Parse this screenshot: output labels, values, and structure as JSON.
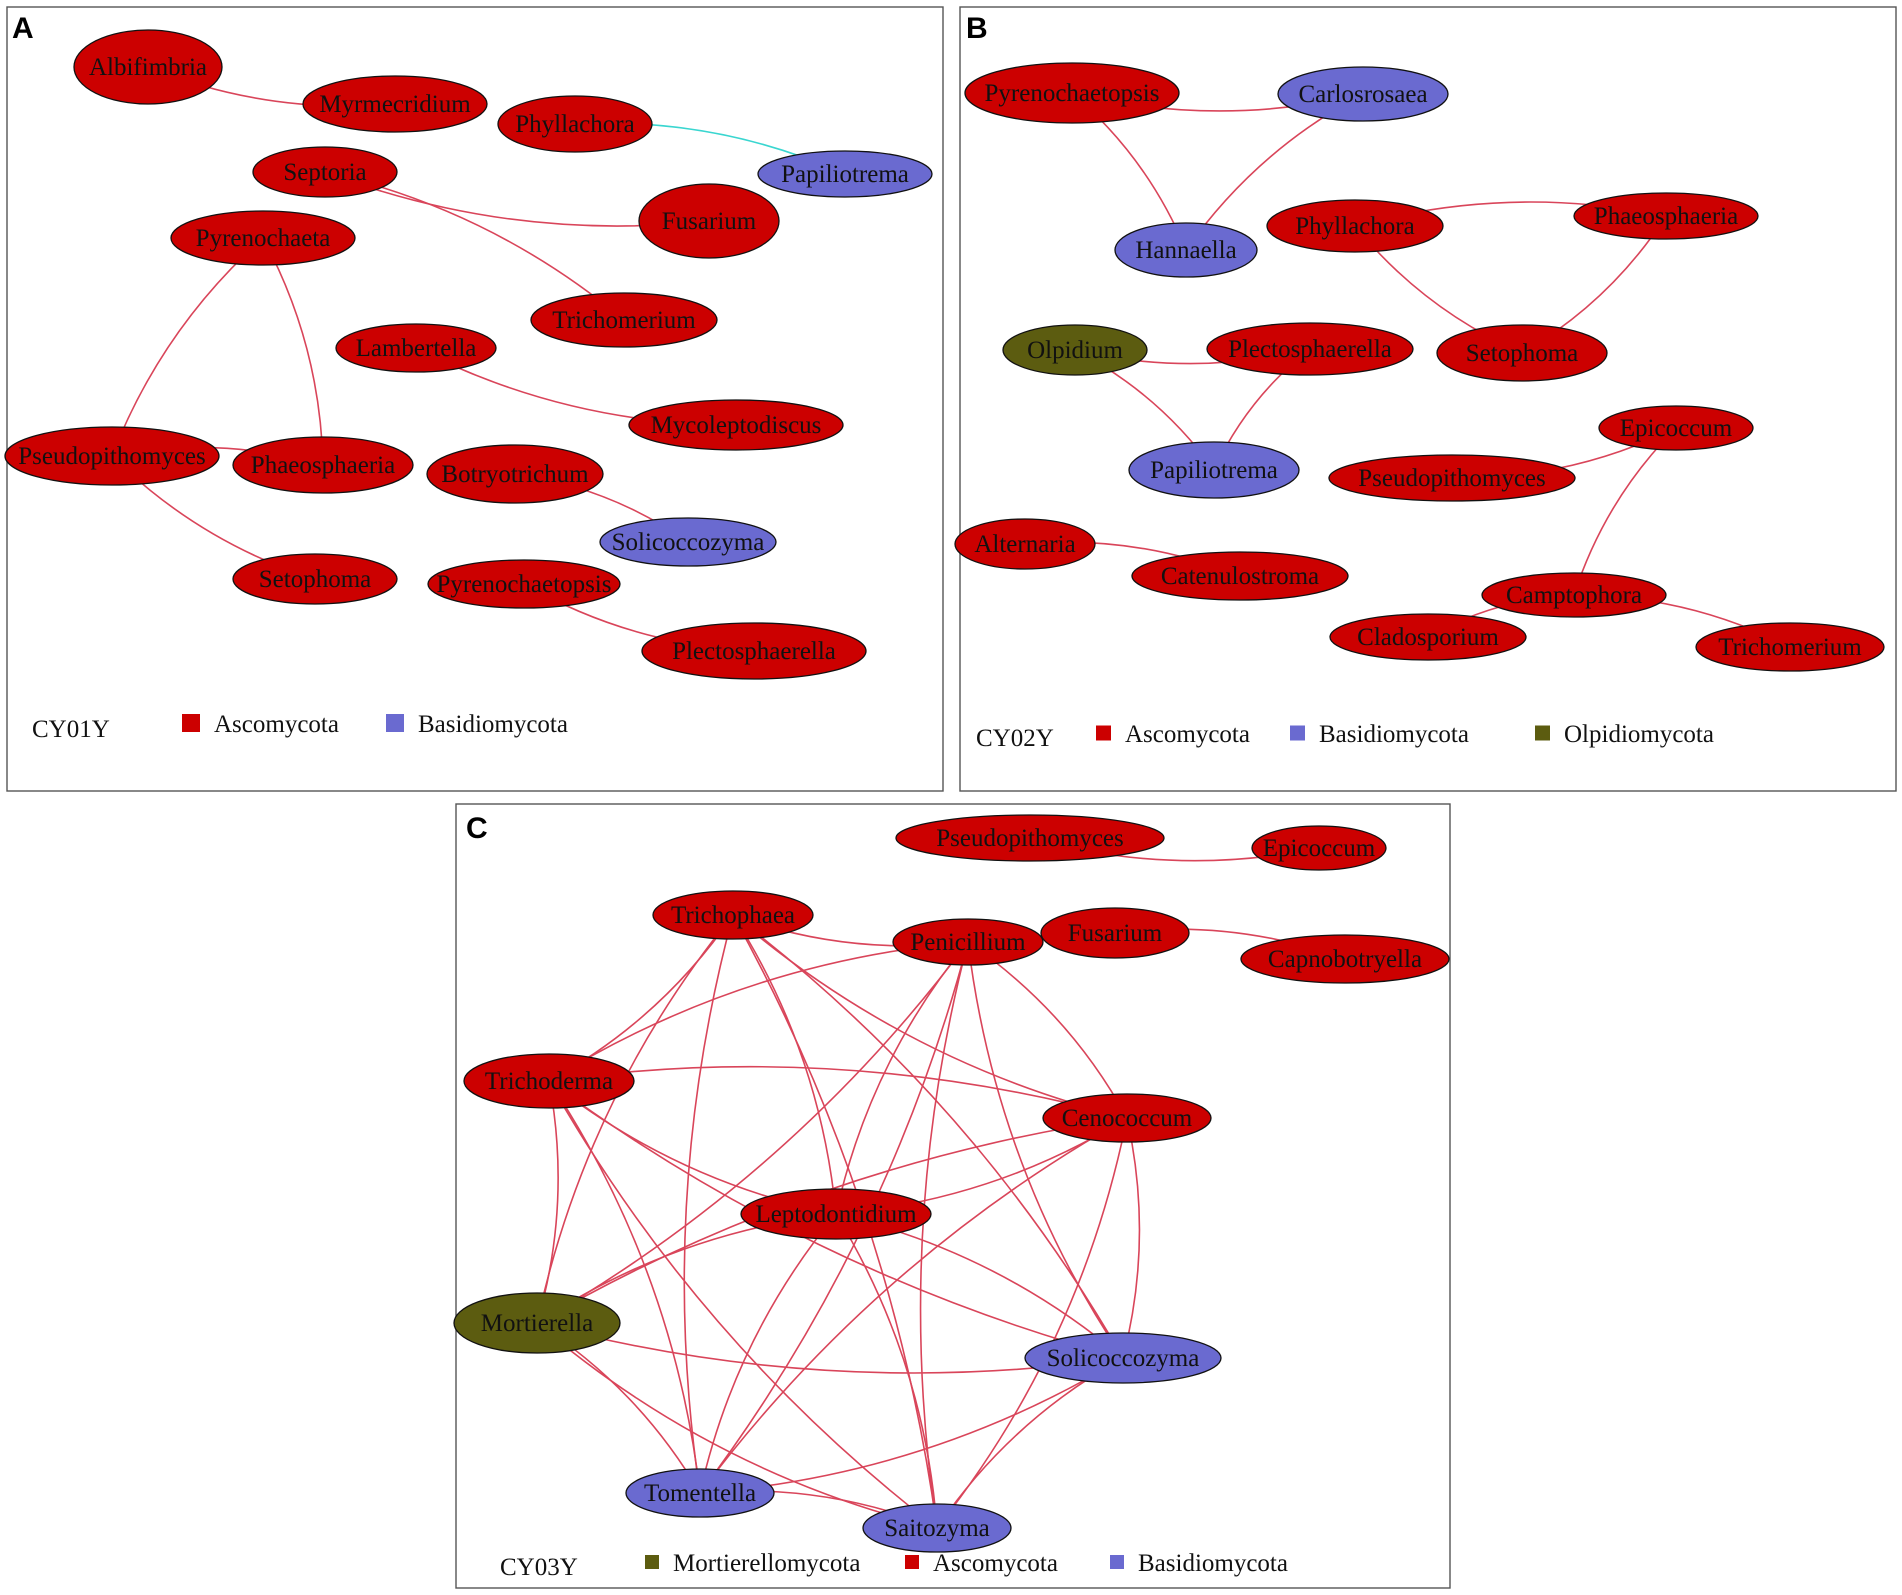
{
  "colors": {
    "Ascomycota": "#cc0000",
    "Basidiomycota": "#6a6ad0",
    "Olpidiomycota": "#5c5c10",
    "Mortierellomycota": "#5c5c10",
    "edge_default": "#d9455a",
    "edge_alt": "#3ad6d0"
  },
  "panels": [
    {
      "letter": "A",
      "sample": "CY01Y",
      "legend": [
        {
          "label": "Ascomycota",
          "phylum": "Ascomycota"
        },
        {
          "label": "Basidiomycota",
          "phylum": "Basidiomycota"
        }
      ],
      "nodes": [
        {
          "name": "Albifimbria",
          "phylum": "Ascomycota"
        },
        {
          "name": "Myrmecridium",
          "phylum": "Ascomycota"
        },
        {
          "name": "Phyllachora",
          "phylum": "Ascomycota"
        },
        {
          "name": "Papiliotrema",
          "phylum": "Basidiomycota"
        },
        {
          "name": "Septoria",
          "phylum": "Ascomycota"
        },
        {
          "name": "Fusarium",
          "phylum": "Ascomycota"
        },
        {
          "name": "Pyrenochaeta",
          "phylum": "Ascomycota"
        },
        {
          "name": "Trichomerium",
          "phylum": "Ascomycota"
        },
        {
          "name": "Lambertella",
          "phylum": "Ascomycota"
        },
        {
          "name": "Mycoleptodiscus",
          "phylum": "Ascomycota"
        },
        {
          "name": "Pseudopithomyces",
          "phylum": "Ascomycota"
        },
        {
          "name": "Phaeosphaeria",
          "phylum": "Ascomycota"
        },
        {
          "name": "Botryotrichum",
          "phylum": "Ascomycota"
        },
        {
          "name": "Solicoccozyma",
          "phylum": "Basidiomycota"
        },
        {
          "name": "Setophoma",
          "phylum": "Ascomycota"
        },
        {
          "name": "Pyrenochaetopsis",
          "phylum": "Ascomycota"
        },
        {
          "name": "Plectosphaerella",
          "phylum": "Ascomycota"
        }
      ],
      "edges": [
        [
          "Albifimbria",
          "Myrmecridium"
        ],
        [
          "Phyllachora",
          "Papiliotrema",
          "alt"
        ],
        [
          "Septoria",
          "Fusarium"
        ],
        [
          "Septoria",
          "Trichomerium"
        ],
        [
          "Pyrenochaeta",
          "Pseudopithomyces"
        ],
        [
          "Pyrenochaeta",
          "Phaeosphaeria"
        ],
        [
          "Lambertella",
          "Mycoleptodiscus"
        ],
        [
          "Pseudopithomyces",
          "Phaeosphaeria"
        ],
        [
          "Pseudopithomyces",
          "Setophoma"
        ],
        [
          "Botryotrichum",
          "Solicoccozyma"
        ],
        [
          "Pyrenochaetopsis",
          "Plectosphaerella"
        ]
      ]
    },
    {
      "letter": "B",
      "sample": "CY02Y",
      "legend": [
        {
          "label": "Ascomycota",
          "phylum": "Ascomycota"
        },
        {
          "label": "Basidiomycota",
          "phylum": "Basidiomycota"
        },
        {
          "label": "Olpidiomycota",
          "phylum": "Olpidiomycota"
        }
      ],
      "nodes": [
        {
          "name": "Pyrenochaetopsis",
          "phylum": "Ascomycota"
        },
        {
          "name": "Carlosrosaea",
          "phylum": "Basidiomycota"
        },
        {
          "name": "Hannaella",
          "phylum": "Basidiomycota"
        },
        {
          "name": "Phyllachora",
          "phylum": "Ascomycota"
        },
        {
          "name": "Phaeosphaeria",
          "phylum": "Ascomycota"
        },
        {
          "name": "Olpidium",
          "phylum": "Olpidiomycota"
        },
        {
          "name": "Plectosphaerella",
          "phylum": "Ascomycota"
        },
        {
          "name": "Setophoma",
          "phylum": "Ascomycota"
        },
        {
          "name": "Papiliotrema",
          "phylum": "Basidiomycota"
        },
        {
          "name": "Epicoccum",
          "phylum": "Ascomycota"
        },
        {
          "name": "Pseudopithomyces",
          "phylum": "Ascomycota"
        },
        {
          "name": "Alternaria",
          "phylum": "Ascomycota"
        },
        {
          "name": "Catenulostroma",
          "phylum": "Ascomycota"
        },
        {
          "name": "Camptophora",
          "phylum": "Ascomycota"
        },
        {
          "name": "Cladosporium",
          "phylum": "Ascomycota"
        },
        {
          "name": "Trichomerium",
          "phylum": "Ascomycota"
        }
      ],
      "edges": [
        [
          "Pyrenochaetopsis",
          "Carlosrosaea"
        ],
        [
          "Pyrenochaetopsis",
          "Hannaella"
        ],
        [
          "Carlosrosaea",
          "Hannaella"
        ],
        [
          "Phyllachora",
          "Phaeosphaeria"
        ],
        [
          "Phyllachora",
          "Setophoma"
        ],
        [
          "Phaeosphaeria",
          "Setophoma"
        ],
        [
          "Olpidium",
          "Plectosphaerella"
        ],
        [
          "Olpidium",
          "Papiliotrema"
        ],
        [
          "Plectosphaerella",
          "Papiliotrema"
        ],
        [
          "Epicoccum",
          "Pseudopithomyces"
        ],
        [
          "Epicoccum",
          "Camptophora"
        ],
        [
          "Alternaria",
          "Catenulostroma"
        ],
        [
          "Camptophora",
          "Cladosporium"
        ],
        [
          "Camptophora",
          "Trichomerium"
        ]
      ]
    },
    {
      "letter": "C",
      "sample": "CY03Y",
      "legend": [
        {
          "label": "Mortierellomycota",
          "phylum": "Mortierellomycota"
        },
        {
          "label": "Ascomycota",
          "phylum": "Ascomycota"
        },
        {
          "label": "Basidiomycota",
          "phylum": "Basidiomycota"
        }
      ],
      "nodes": [
        {
          "name": "Pseudopithomyces",
          "phylum": "Ascomycota"
        },
        {
          "name": "Epicoccum",
          "phylum": "Ascomycota"
        },
        {
          "name": "Trichophaea",
          "phylum": "Ascomycota"
        },
        {
          "name": "Penicillium",
          "phylum": "Ascomycota"
        },
        {
          "name": "Fusarium",
          "phylum": "Ascomycota"
        },
        {
          "name": "Capnobotryella",
          "phylum": "Ascomycota"
        },
        {
          "name": "Trichoderma",
          "phylum": "Ascomycota"
        },
        {
          "name": "Cenococcum",
          "phylum": "Ascomycota"
        },
        {
          "name": "Leptodontidium",
          "phylum": "Ascomycota"
        },
        {
          "name": "Mortierella",
          "phylum": "Mortierellomycota"
        },
        {
          "name": "Solicoccozyma",
          "phylum": "Basidiomycota"
        },
        {
          "name": "Tomentella",
          "phylum": "Basidiomycota"
        },
        {
          "name": "Saitozyma",
          "phylum": "Basidiomycota"
        }
      ],
      "edges": [
        [
          "Pseudopithomyces",
          "Epicoccum"
        ],
        [
          "Fusarium",
          "Capnobotryella"
        ],
        [
          "Trichophaea",
          "Penicillium"
        ],
        [
          "Trichophaea",
          "Trichoderma"
        ],
        [
          "Trichophaea",
          "Cenococcum"
        ],
        [
          "Trichophaea",
          "Leptodontidium"
        ],
        [
          "Trichophaea",
          "Mortierella"
        ],
        [
          "Trichophaea",
          "Solicoccozyma"
        ],
        [
          "Trichophaea",
          "Tomentella"
        ],
        [
          "Trichophaea",
          "Saitozyma"
        ],
        [
          "Penicillium",
          "Trichoderma"
        ],
        [
          "Penicillium",
          "Cenococcum"
        ],
        [
          "Penicillium",
          "Leptodontidium"
        ],
        [
          "Penicillium",
          "Mortierella"
        ],
        [
          "Penicillium",
          "Solicoccozyma"
        ],
        [
          "Penicillium",
          "Tomentella"
        ],
        [
          "Penicillium",
          "Saitozyma"
        ],
        [
          "Trichoderma",
          "Cenococcum"
        ],
        [
          "Trichoderma",
          "Leptodontidium"
        ],
        [
          "Trichoderma",
          "Mortierella"
        ],
        [
          "Trichoderma",
          "Solicoccozyma"
        ],
        [
          "Trichoderma",
          "Tomentella"
        ],
        [
          "Trichoderma",
          "Saitozyma"
        ],
        [
          "Cenococcum",
          "Leptodontidium"
        ],
        [
          "Cenococcum",
          "Mortierella"
        ],
        [
          "Cenococcum",
          "Solicoccozyma"
        ],
        [
          "Cenococcum",
          "Tomentella"
        ],
        [
          "Cenococcum",
          "Saitozyma"
        ],
        [
          "Leptodontidium",
          "Mortierella"
        ],
        [
          "Leptodontidium",
          "Solicoccozyma"
        ],
        [
          "Leptodontidium",
          "Tomentella"
        ],
        [
          "Leptodontidium",
          "Saitozyma"
        ],
        [
          "Mortierella",
          "Solicoccozyma"
        ],
        [
          "Mortierella",
          "Tomentella"
        ],
        [
          "Mortierella",
          "Saitozyma"
        ],
        [
          "Solicoccozyma",
          "Tomentella"
        ],
        [
          "Solicoccozyma",
          "Saitozyma"
        ],
        [
          "Tomentella",
          "Saitozyma"
        ]
      ]
    }
  ]
}
